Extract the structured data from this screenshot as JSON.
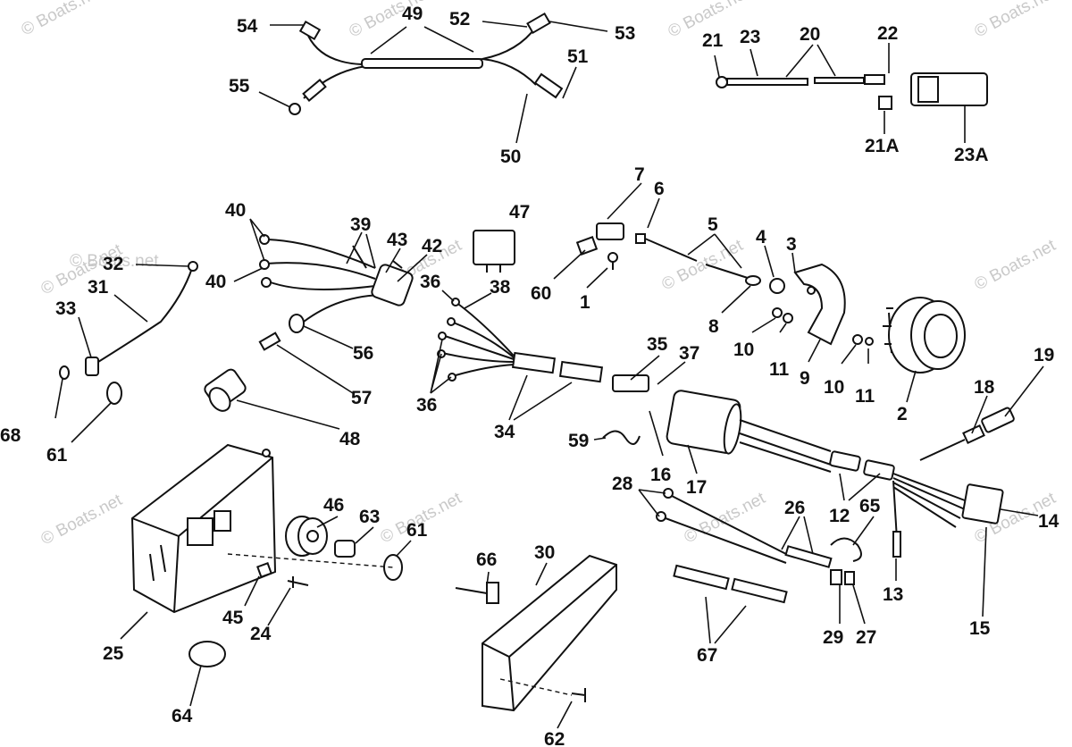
{
  "watermark": "© Boats.net",
  "callouts": [
    {
      "id": "54",
      "text": "54"
    },
    {
      "id": "49",
      "text": "49"
    },
    {
      "id": "52",
      "text": "52"
    },
    {
      "id": "53",
      "text": "53"
    },
    {
      "id": "55",
      "text": "55"
    },
    {
      "id": "51",
      "text": "51"
    },
    {
      "id": "50",
      "text": "50"
    },
    {
      "id": "21",
      "text": "21"
    },
    {
      "id": "23",
      "text": "23"
    },
    {
      "id": "20",
      "text": "20"
    },
    {
      "id": "22",
      "text": "22"
    },
    {
      "id": "21A",
      "text": "21A"
    },
    {
      "id": "23A",
      "text": "23A"
    },
    {
      "id": "7",
      "text": "7"
    },
    {
      "id": "6",
      "text": "6"
    },
    {
      "id": "47",
      "text": "47"
    },
    {
      "id": "5",
      "text": "5"
    },
    {
      "id": "4",
      "text": "4"
    },
    {
      "id": "3",
      "text": "3"
    },
    {
      "id": "60",
      "text": "60"
    },
    {
      "id": "1",
      "text": "1"
    },
    {
      "id": "8",
      "text": "8"
    },
    {
      "id": "10a",
      "text": "10"
    },
    {
      "id": "11a",
      "text": "11"
    },
    {
      "id": "9",
      "text": "9"
    },
    {
      "id": "10b",
      "text": "10"
    },
    {
      "id": "11b",
      "text": "11"
    },
    {
      "id": "2",
      "text": "2"
    },
    {
      "id": "40a",
      "text": "40"
    },
    {
      "id": "39",
      "text": "39"
    },
    {
      "id": "43",
      "text": "43"
    },
    {
      "id": "42",
      "text": "42"
    },
    {
      "id": "32",
      "text": "32"
    },
    {
      "id": "31",
      "text": "31"
    },
    {
      "id": "33",
      "text": "33"
    },
    {
      "id": "40b",
      "text": "40"
    },
    {
      "id": "36a",
      "text": "36"
    },
    {
      "id": "38",
      "text": "38"
    },
    {
      "id": "56",
      "text": "56"
    },
    {
      "id": "57",
      "text": "57"
    },
    {
      "id": "36b",
      "text": "36"
    },
    {
      "id": "48",
      "text": "48"
    },
    {
      "id": "68",
      "text": "68"
    },
    {
      "id": "61a",
      "text": "61"
    },
    {
      "id": "35",
      "text": "35"
    },
    {
      "id": "37",
      "text": "37"
    },
    {
      "id": "34",
      "text": "34"
    },
    {
      "id": "59",
      "text": "59"
    },
    {
      "id": "16",
      "text": "16"
    },
    {
      "id": "17",
      "text": "17"
    },
    {
      "id": "19",
      "text": "19"
    },
    {
      "id": "18",
      "text": "18"
    },
    {
      "id": "12",
      "text": "12"
    },
    {
      "id": "65",
      "text": "65"
    },
    {
      "id": "14",
      "text": "14"
    },
    {
      "id": "28",
      "text": "28"
    },
    {
      "id": "26",
      "text": "26"
    },
    {
      "id": "13",
      "text": "13"
    },
    {
      "id": "15",
      "text": "15"
    },
    {
      "id": "46",
      "text": "46"
    },
    {
      "id": "63",
      "text": "63"
    },
    {
      "id": "61b",
      "text": "61"
    },
    {
      "id": "66",
      "text": "66"
    },
    {
      "id": "30",
      "text": "30"
    },
    {
      "id": "29",
      "text": "29"
    },
    {
      "id": "27",
      "text": "27"
    },
    {
      "id": "45",
      "text": "45"
    },
    {
      "id": "24",
      "text": "24"
    },
    {
      "id": "25",
      "text": "25"
    },
    {
      "id": "67",
      "text": "67"
    },
    {
      "id": "64",
      "text": "64"
    },
    {
      "id": "62",
      "text": "62"
    }
  ]
}
